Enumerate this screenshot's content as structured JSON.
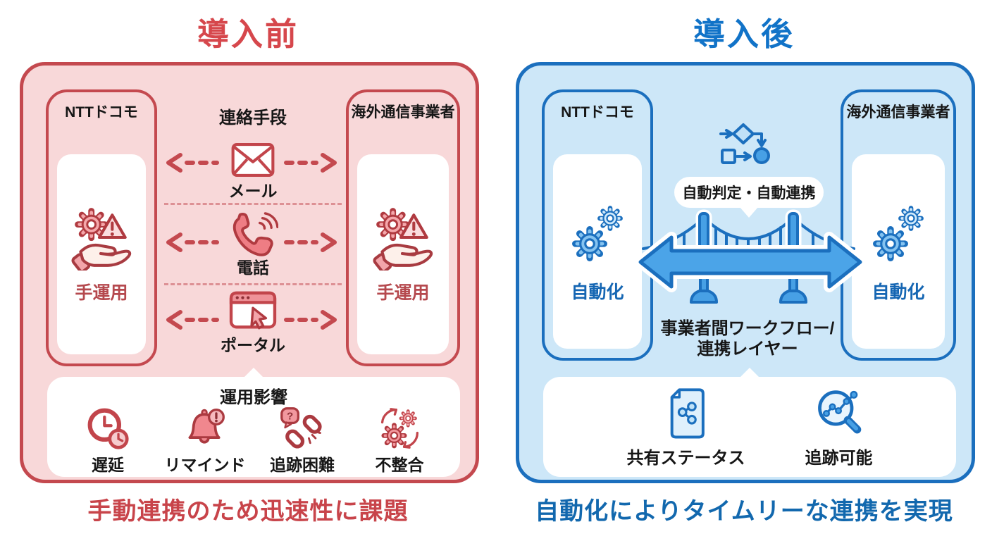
{
  "before": {
    "title": "導入前",
    "caption": "手動連携のため迅速性に課題",
    "docomo_name": "NTTドコモ",
    "overseas_name": "海外通信事業者",
    "docomo_status": "手運用",
    "overseas_status": "手運用",
    "channels_header": "連絡手段",
    "channels": [
      {
        "label": "メール",
        "icon": "mail-icon"
      },
      {
        "label": "電話",
        "icon": "phone-icon"
      },
      {
        "label": "ポータル",
        "icon": "portal-icon"
      }
    ],
    "impact_header": "運用影響",
    "impacts": [
      {
        "label": "遅延",
        "icon": "clock-delay-icon"
      },
      {
        "label": "リマインド",
        "icon": "bell-reminder-icon"
      },
      {
        "label": "追跡困難",
        "icon": "broken-link-icon"
      },
      {
        "label": "不整合",
        "icon": "gears-mismatch-icon"
      }
    ],
    "colors": {
      "accent": "#d6474c",
      "border": "#c4494f",
      "panel_fill": "#f8d8d9",
      "status_text": "#b5494e"
    }
  },
  "after": {
    "title": "導入後",
    "caption": "自動化によりタイムリーな連携を実現",
    "docomo_name": "NTTドコモ",
    "overseas_name": "海外通信事業者",
    "docomo_status": "自動化",
    "overseas_status": "自動化",
    "bubble_label": "自動判定・自動連携",
    "layer_label": [
      "事業者間ワークフロー/",
      "連携レイヤー"
    ],
    "benefits": [
      {
        "label": "共有ステータス",
        "icon": "shared-status-doc-icon"
      },
      {
        "label": "追跡可能",
        "icon": "traceable-search-icon"
      }
    ],
    "colors": {
      "accent": "#1173c8",
      "border": "#1b6fbe",
      "panel_fill": "#cde7f8",
      "status_text": "#1566b3"
    }
  }
}
